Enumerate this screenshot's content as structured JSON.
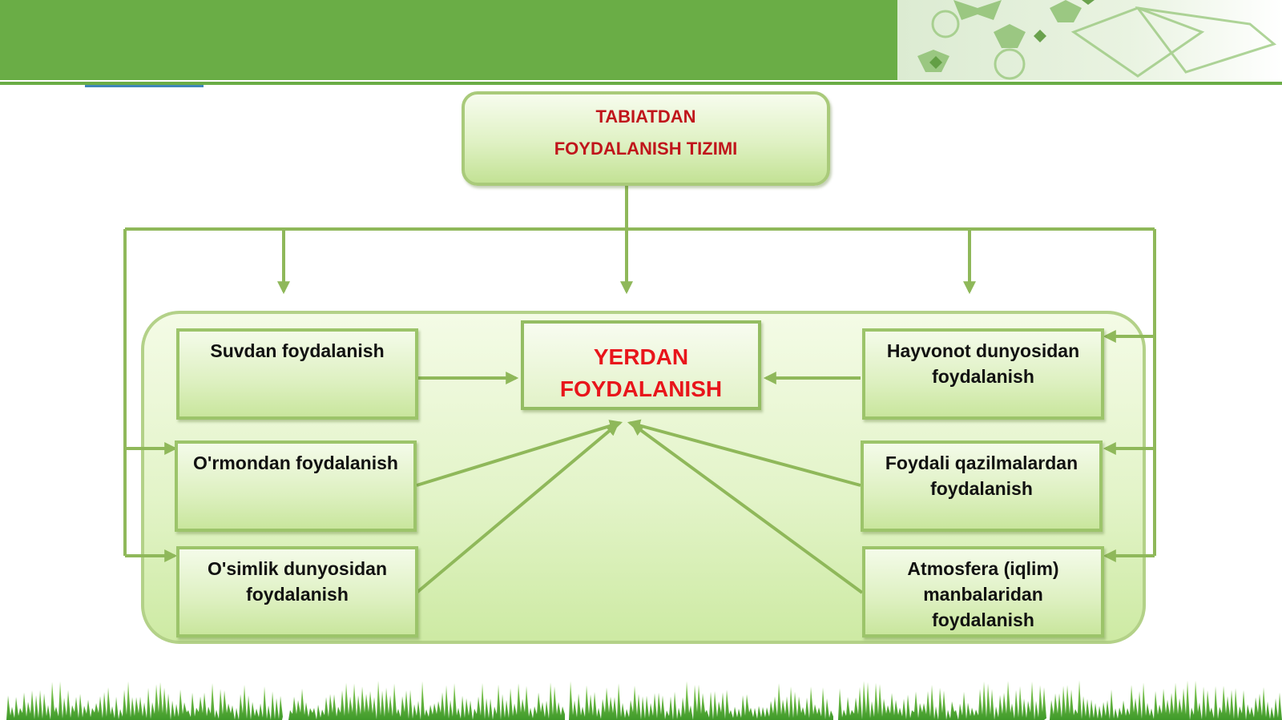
{
  "root": {
    "line1": "TABIATDAN",
    "line2": "FOYDALANISH TIZIMI"
  },
  "center": {
    "line1": "YERDAN",
    "line2": "FOYDALANISH"
  },
  "left_boxes": [
    {
      "label": "Suvdan foydalanish"
    },
    {
      "label": "O'rmondan foydalanish"
    },
    {
      "label": "O'simlik dunyosidan foydalanish"
    }
  ],
  "right_boxes": [
    {
      "label": "Hayvonot dunyosidan foydalanish"
    },
    {
      "label": "Foydali qazilmalardan foydalanish"
    },
    {
      "label": "Atmosfera (iqlim) manbalaridan foydalanish"
    }
  ],
  "colors": {
    "band": "#6aad46",
    "connector": "#8fb85a",
    "root_text": "#c0151b",
    "center_text": "#e8151b"
  }
}
